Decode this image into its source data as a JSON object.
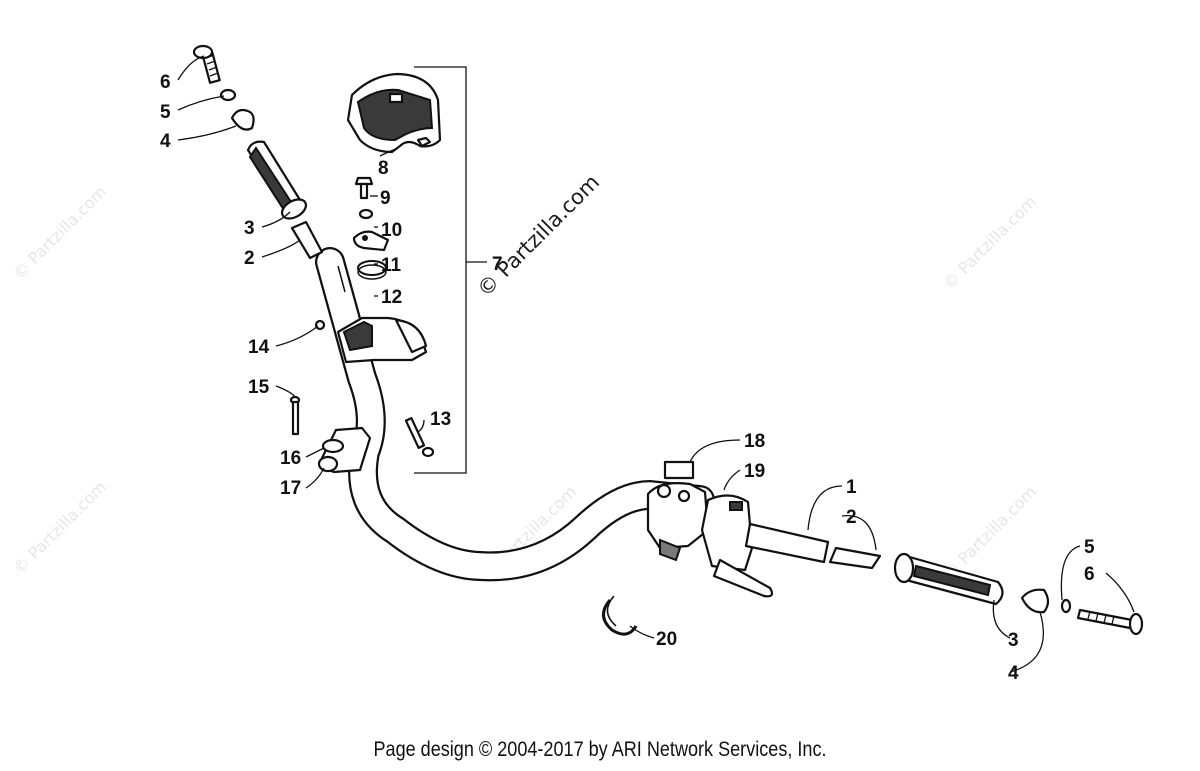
{
  "watermark": {
    "main": "© Partzilla.com",
    "tile": "© Partzilla.com"
  },
  "callouts": {
    "c1": "1",
    "c2a": "2",
    "c2b": "2",
    "c3a": "3",
    "c3b": "3",
    "c4a": "4",
    "c4b": "4",
    "c5a": "5",
    "c5b": "5",
    "c6a": "6",
    "c6b": "6",
    "c7": "7",
    "c8": "8",
    "c9": "9",
    "c10": "10",
    "c11": "11",
    "c12": "12",
    "c13": "13",
    "c14": "14",
    "c15": "15",
    "c16": "16",
    "c17": "17",
    "c18": "18",
    "c19": "19",
    "c20": "20"
  },
  "footer": "Page design © 2004-2017 by ARI Network Services, Inc."
}
